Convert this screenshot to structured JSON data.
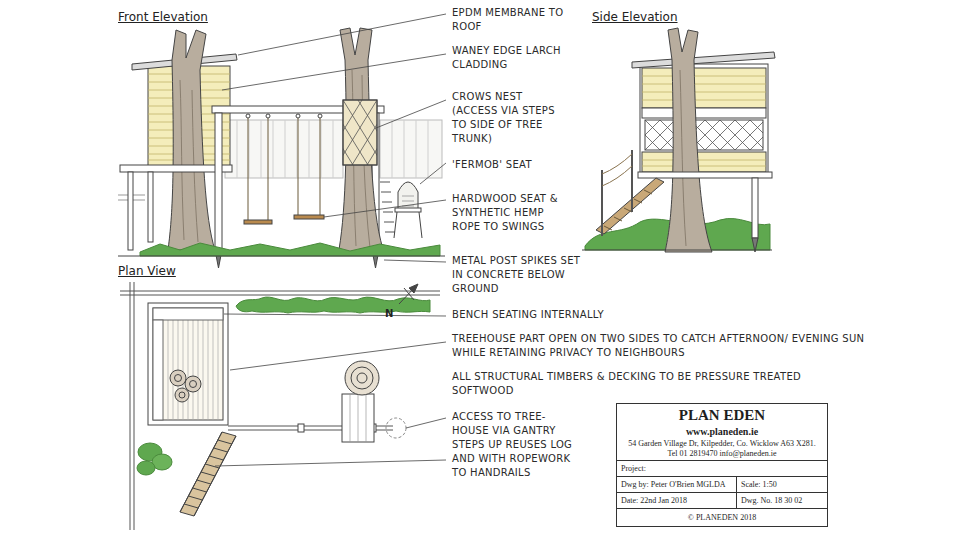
{
  "diagram": {
    "nodes": [
      {
        "text": [
          "PLAN EDEN",
          "www.planeden.ie",
          "54 Garden Village Dr, Kilpedder, Co. Wicklow A63 X281.",
          "Tel 01 2819470 info@planeden.ie",
          "Project:",
          "Dwg by: Peter O'Brien MGLDA",
          "Scale: 1:50",
          "Date: 22nd Jan 2018",
          "Dwg. No. 18 30 02",
          "© PLANEDEN 2018"
        ]
      }
    ],
    "labels": [
      "Front Elevation",
      "Side Elevation",
      "Plan View",
      "EPDM MEMBRANE TO ROOF",
      "WANEY EDGE LARCH CLADDING",
      "CROWS NEST (ACCESS VIA STEPS TO SIDE OF TREE TRUNK)",
      "'FERMOB' SEAT",
      "HARDWOOD SEAT & SYNTHETIC HEMP ROPE TO SWINGS",
      "METAL POST SPIKES SET IN CONCRETE BELOW GROUND",
      "BENCH SEATING INTERNALLY",
      "TREEHOUSE PART OPEN ON TWO SIDES TO CATCH AFTERNOON/ EVENING SUN WHILE RETAINING PRIVACY TO NEIGHBOURS",
      "ALL STRUCTURAL TIMBERS & DECKING TO BE PRESSURE TREATED SOFTWOOD",
      "ACCESS TO TREE-HOUSE VIA GANTRY STEPS UP REUSES LOG AND WITH ROPEWORK TO HANDRAILS",
      "N"
    ]
  }
}
